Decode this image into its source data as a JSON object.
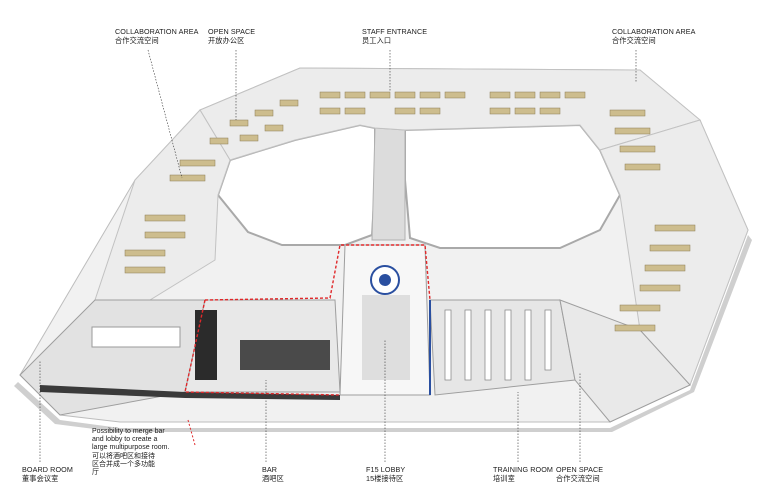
{
  "labels": {
    "collab_left": {
      "en": "COLLABORATION AREA",
      "zh": "合作交流空间"
    },
    "open_top": {
      "en": "OPEN SPACE",
      "zh": "开放办公区"
    },
    "staff": {
      "en": "STAFF ENTRANCE",
      "zh": "员工入口"
    },
    "collab_right": {
      "en": "COLLABORATION AREA",
      "zh": "合作交流空间"
    },
    "board": {
      "en": "BOARD ROOM",
      "zh": "董事会议室"
    },
    "bar": {
      "en": "BAR",
      "zh": "酒吧区"
    },
    "lobby": {
      "en": "F15 LOBBY",
      "zh": "15楼接待区"
    },
    "training": {
      "en": "TRAINING ROOM",
      "zh": "培训室"
    },
    "open_bottom": {
      "en": "OPEN SPACE",
      "zh": "合作交流空间"
    }
  },
  "note": {
    "en1": "Possibility to merge bar",
    "en2": "and lobby to create a",
    "en3": "large multipurpose room.",
    "zh1": "可以将酒吧区和接待",
    "zh2": "区合并成一个多功能",
    "zh3": "厅"
  },
  "colors": {
    "wall": "#d9d9d9",
    "floor": "#f4f4f4",
    "desk": "#c9b98c",
    "dark_floor": "#3a3a3a",
    "merge_line": "#e0282a",
    "lobby_line": "#2a4fa0"
  }
}
